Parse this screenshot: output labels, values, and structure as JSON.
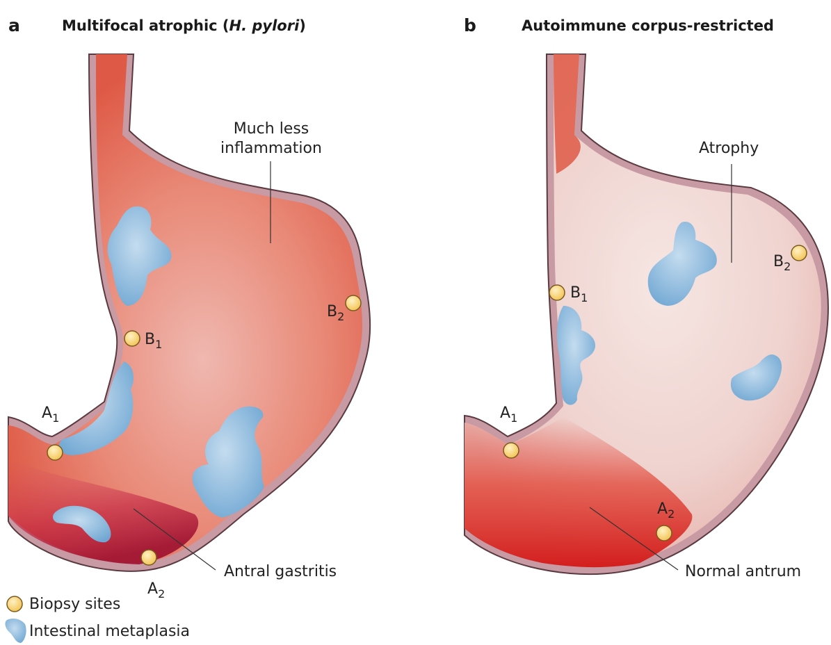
{
  "panel_a": {
    "letter": "a",
    "title_prefix": "Multifocal atrophic (",
    "title_italic": "H. pylori",
    "title_suffix": ")",
    "label_inflammation_line1": "Much less",
    "label_inflammation_line2": "inflammation",
    "label_antral": "Antral gastritis",
    "sites": {
      "a1": {
        "letter": "A",
        "sub": "1"
      },
      "a2": {
        "letter": "A",
        "sub": "2"
      },
      "b1": {
        "letter": "B",
        "sub": "1"
      },
      "b2": {
        "letter": "B",
        "sub": "2"
      }
    }
  },
  "panel_b": {
    "letter": "b",
    "title": "Autoimmune corpus-restricted",
    "label_atrophy": "Atrophy",
    "label_normal": "Normal antrum",
    "sites": {
      "a1": {
        "letter": "A",
        "sub": "1"
      },
      "a2": {
        "letter": "A",
        "sub": "2"
      },
      "b1": {
        "letter": "B",
        "sub": "1"
      },
      "b2": {
        "letter": "B",
        "sub": "2"
      }
    }
  },
  "legend": {
    "biopsy": "Biopsy sites",
    "metaplasia": "Intestinal metaplasia"
  },
  "colors": {
    "wall": "#c89aa3",
    "wall_outline": "#5a3a40",
    "inflamed": "#e0604e",
    "atrophy": "#f3dcd8",
    "metaplasia": "#8fbbdc",
    "biopsy_fill": "#fbd774"
  }
}
